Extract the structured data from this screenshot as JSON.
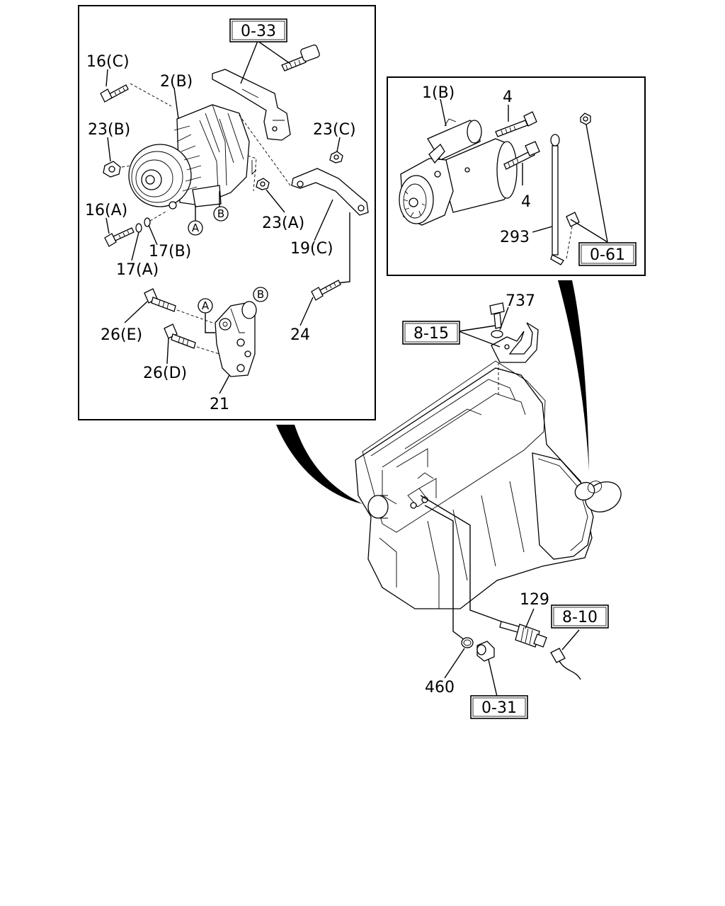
{
  "callouts": {
    "c16C": "16(C)",
    "c2B": "2(B)",
    "c23B": "23(B)",
    "c23C": "23(C)",
    "c16A": "16(A)",
    "c17B": "17(B)",
    "c17A": "17(A)",
    "c23A": "23(A)",
    "c19C": "19(C)",
    "c26E": "26(E)",
    "c26D": "26(D)",
    "c21": "21",
    "c24": "24",
    "c1B": "1(B)",
    "c4top": "4",
    "c4bot": "4",
    "c293": "293",
    "c737": "737",
    "c129": "129",
    "c460": "460"
  },
  "references": {
    "r033": "0-33",
    "r061": "0-61",
    "r815": "8-15",
    "r810": "8-10",
    "r031": "0-31"
  },
  "markers": {
    "a": "A",
    "b": "B"
  }
}
